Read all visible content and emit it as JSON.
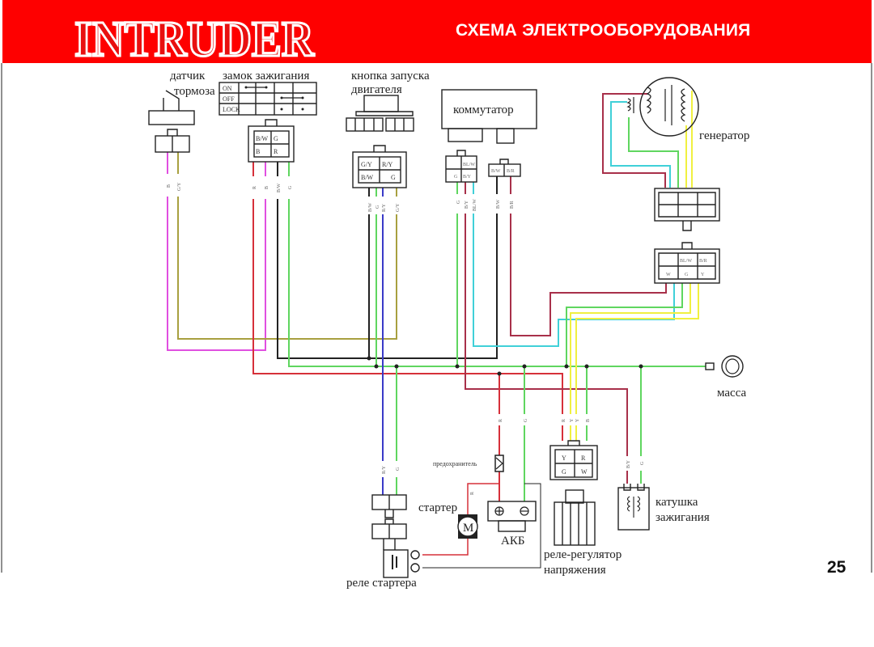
{
  "header": {
    "logo_text": "INTRUDER",
    "title": "СХЕМА ЭЛЕКТРООБОРУДОВАНИЯ",
    "background_color": "#fe0000"
  },
  "page_number": "25",
  "components": {
    "brake_sensor": {
      "line1": "датчик",
      "line2": "тормоза"
    },
    "ignition_lock": {
      "label": "замок зажигания",
      "rows": [
        "ON",
        "OFF",
        "LOCK"
      ],
      "pins": [
        "B/W",
        "G",
        "B",
        "R"
      ]
    },
    "start_button": {
      "line1": "кнопка запуска",
      "line2": "двигателя",
      "pins": [
        "G/Y",
        "R/Y",
        "B/W",
        "G"
      ]
    },
    "commutator": {
      "label": "коммутатор",
      "pins_a": [
        "BL/W",
        "G",
        "B/Y"
      ],
      "pins_b": [
        "B/W",
        "B/R"
      ]
    },
    "generator": {
      "label": "генератор",
      "pins": [
        "BL/W",
        "B/R",
        "W",
        "G",
        "Y"
      ]
    },
    "ground": {
      "label": "масса"
    },
    "fuse": {
      "label": "предохранитель"
    },
    "starter": {
      "label": "стартер",
      "motor_symbol": "M"
    },
    "battery": {
      "label": "АКБ"
    },
    "starter_relay": {
      "label": "реле стартера"
    },
    "regulator": {
      "line1": "реле-регулятор",
      "line2": "напряжения",
      "pins": [
        "Y",
        "R",
        "G",
        "W"
      ]
    },
    "ignition_coil": {
      "line1": "катушка",
      "line2": "зажигания"
    }
  },
  "wire_codes": {
    "brake": [
      "B",
      "G/Y"
    ],
    "ignition": [
      "R",
      "B",
      "B/W",
      "G"
    ],
    "button": [
      "B/W",
      "G",
      "R/Y",
      "G/Y"
    ],
    "commutator": [
      "G",
      "B/Y",
      "BL/W",
      "B/W",
      "B/R"
    ],
    "relay": [
      "R/Y",
      "G"
    ],
    "battery": [
      "R",
      "G"
    ],
    "starter": "R",
    "regulator": [
      "R",
      "Y",
      "Y",
      "B"
    ],
    "coil": [
      "B/Y",
      "G"
    ]
  },
  "wire_colors": {
    "pink": "#e04fe0",
    "olive": "#a8a040",
    "red": "#d6303a",
    "black": "#222222",
    "green": "#5fd65f",
    "blue": "#3a3ac8",
    "darkred": "#a8304a",
    "cyan": "#40d0d8",
    "yellow": "#f0f040"
  }
}
